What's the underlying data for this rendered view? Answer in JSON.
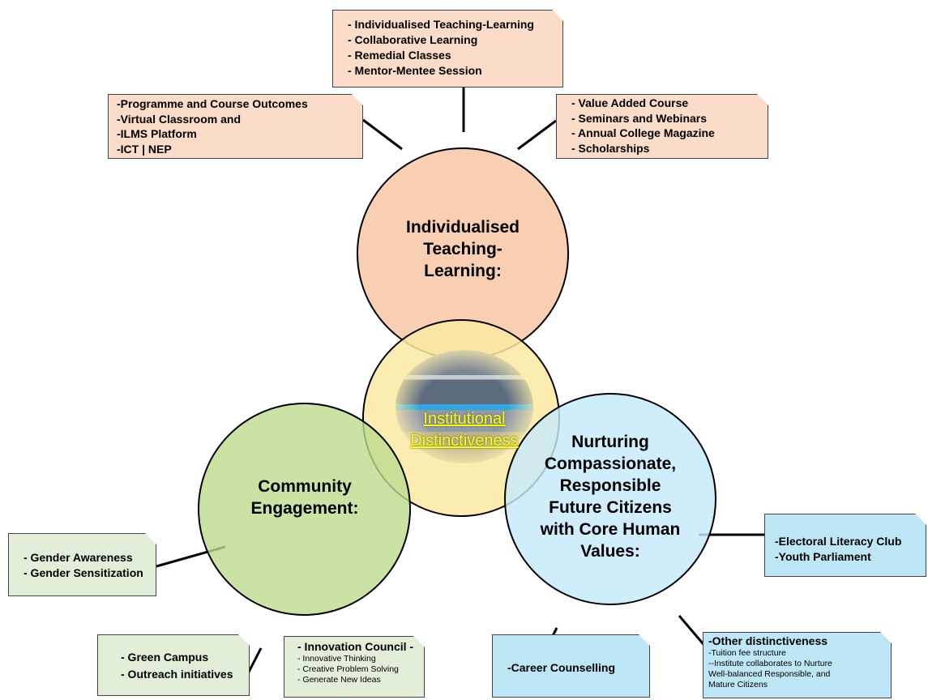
{
  "center": {
    "label_line1": "Institutional",
    "label_line2": "Distinctiveness"
  },
  "teaching": {
    "title_line1": "Individualised",
    "title_line2": "Teaching-",
    "title_line3": "Learning:",
    "top_box": [
      "- Individualised Teaching-Learning",
      "- Collaborative Learning",
      "- Remedial Classes",
      "- Mentor-Mentee Session"
    ],
    "left_box": [
      "-Programme and Course Outcomes",
      "-Virtual Classroom and",
      "-ILMS Platform",
      "-ICT  |  NEP"
    ],
    "right_box": [
      "- Value Added Course",
      "- Seminars and Webinars",
      "- Annual College Magazine",
      "- Scholarships"
    ]
  },
  "community": {
    "title_line1": "Community",
    "title_line2": "Engagement:",
    "gender_box": [
      "- Gender Awareness",
      "- Gender Sensitization"
    ],
    "campus_box": [
      "- Green Campus",
      "- Outreach initiatives"
    ],
    "innovation_box": {
      "heading": "- Innovation Council -",
      "items": [
        "- Innovative Thinking",
        "- Creative Problem Solving",
        "- Generate  New Ideas"
      ]
    }
  },
  "nurturing": {
    "title_line1": "Nurturing",
    "title_line2": "Compassionate,",
    "title_line3": "Responsible",
    "title_line4": "Future Citizens",
    "title_line5": "with Core Human",
    "title_line6": "Values:",
    "electoral_box": [
      "-Electoral Literacy Club",
      "-Youth Parliament"
    ],
    "career_box": [
      "-Career Counselling"
    ],
    "other_box": {
      "heading": "-Other distinctiveness",
      "items": [
        "-Tuition fee structure",
        "--Institute collaborates to Nurture",
        "Well-balanced Responsible, and",
        "Mature Citizens"
      ]
    }
  },
  "colors": {
    "teaching_fill": "#f9cfb4",
    "community_fill": "#bddc8f",
    "nurturing_fill": "#c6e9fb",
    "center_fill": "#fbe9a2",
    "center_text": "#ffff00"
  }
}
